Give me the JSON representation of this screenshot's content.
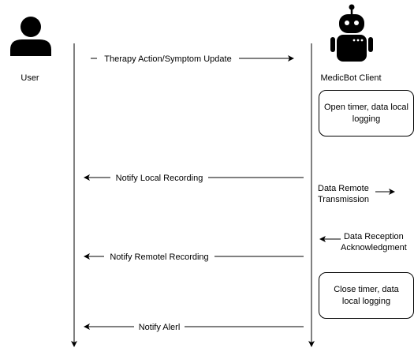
{
  "actors": {
    "user": {
      "label": "User",
      "icon": "user-icon"
    },
    "client": {
      "label": "MedicBot Client",
      "icon": "robot-icon"
    }
  },
  "messages": [
    {
      "label": "Therapy Action/Symptom Update",
      "direction": "user-to-client"
    },
    {
      "label": "Notify Local Recording",
      "direction": "client-to-user"
    },
    {
      "label": "Notify Remotel Recording",
      "direction": "client-to-user"
    },
    {
      "label": "Notify Alerl",
      "direction": "client-to-user"
    }
  ],
  "boxes": {
    "open_timer": {
      "line1": "Open timer, data local",
      "line2": "logging"
    },
    "close_timer": {
      "line1": "Close timer, data",
      "line2": "local logging"
    }
  },
  "notes": {
    "remote_transmission": {
      "line1": "Data Remote",
      "line2": "Transmission",
      "direction": "outgoing"
    },
    "reception_ack": {
      "line1": "Data Reception",
      "line2": "Acknowledgment",
      "direction": "incoming"
    }
  },
  "colors": {
    "line": "#000000",
    "icon": "#000000",
    "background": "#ffffff"
  }
}
